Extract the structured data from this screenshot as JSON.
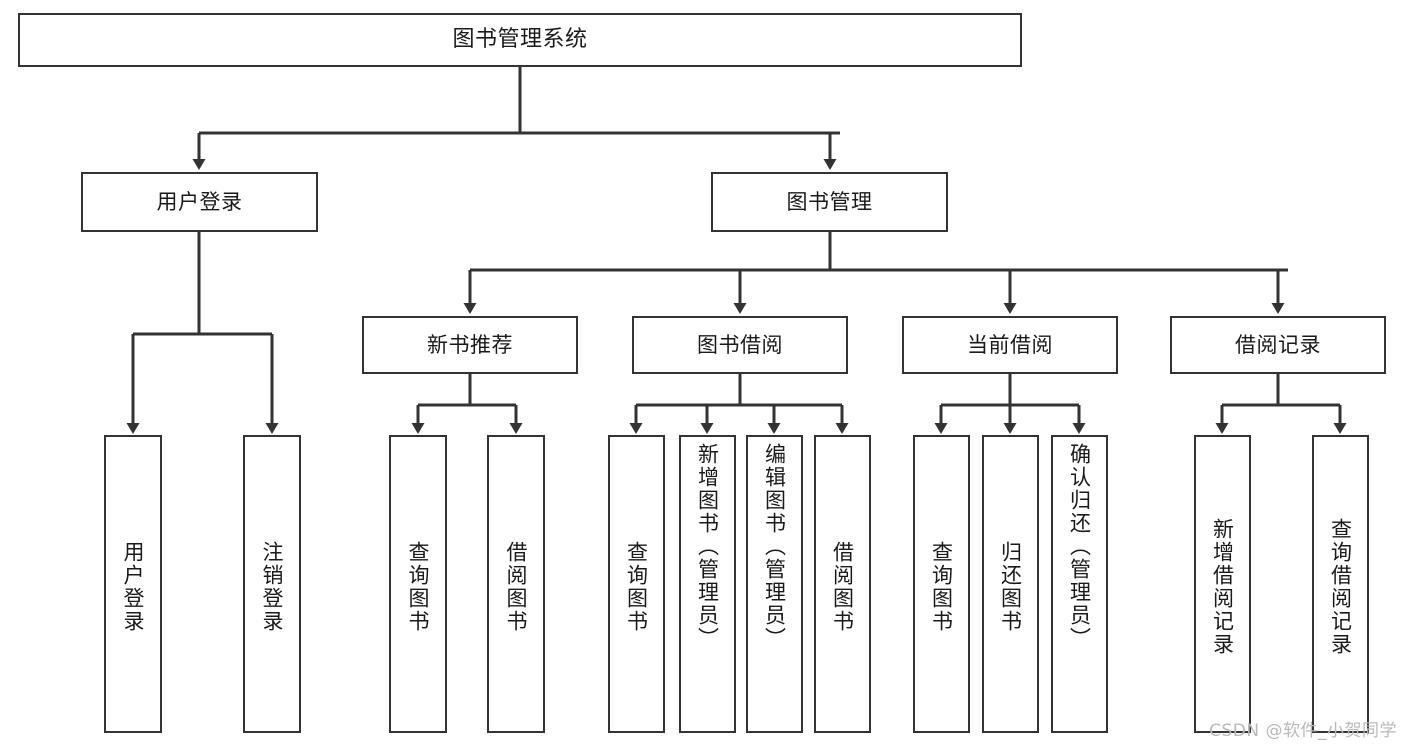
{
  "diagram": {
    "title": "图书管理系统",
    "type": "tree-hierarchy-chart",
    "colors": {
      "box_border": "#333333",
      "box_fill": "#ffffff",
      "edge": "#333333",
      "text": "#1a1a1a",
      "watermark": "#b9b9b9",
      "background": "#ffffff"
    },
    "watermark": "CSDN @软件_小贺同学",
    "levels": {
      "root": {
        "label": "图书管理系统"
      },
      "level2": [
        {
          "label": "用户登录"
        },
        {
          "label": "图书管理"
        }
      ],
      "level3": [
        {
          "label": "新书推荐"
        },
        {
          "label": "图书借阅"
        },
        {
          "label": "当前借阅"
        },
        {
          "label": "借阅记录"
        }
      ],
      "leaves": {
        "user_login": [
          {
            "label": "用户登录"
          },
          {
            "label": "注销登录"
          }
        ],
        "new_book_recommend": [
          {
            "label": "查询图书"
          },
          {
            "label": "借阅图书"
          }
        ],
        "book_borrow": [
          {
            "label": "查询图书"
          },
          {
            "label": "新增图书（管理员）"
          },
          {
            "label": "编辑图书（管理员）"
          },
          {
            "label": "借阅图书"
          }
        ],
        "current_borrow": [
          {
            "label": "查询图书"
          },
          {
            "label": "归还图书"
          },
          {
            "label": "确认归还（管理员）"
          }
        ],
        "borrow_record": [
          {
            "label": "新增借阅记录"
          },
          {
            "label": "查询借阅记录"
          }
        ]
      }
    }
  }
}
